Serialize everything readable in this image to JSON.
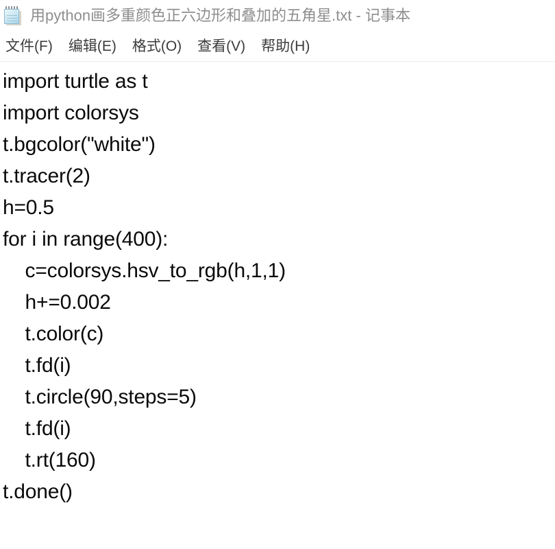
{
  "window": {
    "icon": "notepad-icon",
    "title": "用python画多重颜色正六边形和叠加的五角星.txt - 记事本",
    "title_color": "#8e8e8e"
  },
  "menubar": {
    "items": [
      {
        "label": "文件(F)"
      },
      {
        "label": "编辑(E)"
      },
      {
        "label": "格式(O)"
      },
      {
        "label": "查看(V)"
      },
      {
        "label": "帮助(H)"
      }
    ]
  },
  "editor": {
    "text_color": "#0a0a0a",
    "background": "#ffffff",
    "lines": [
      "import turtle as t",
      "import colorsys",
      "t.bgcolor(\"white\")",
      "t.tracer(2)",
      "h=0.5",
      "for i in range(400):",
      "    c=colorsys.hsv_to_rgb(h,1,1)",
      "    h+=0.002",
      "    t.color(c)",
      "    t.fd(i)",
      "    t.circle(90,steps=5)",
      "    t.fd(i)",
      "    t.rt(160)",
      "t.done()"
    ]
  }
}
